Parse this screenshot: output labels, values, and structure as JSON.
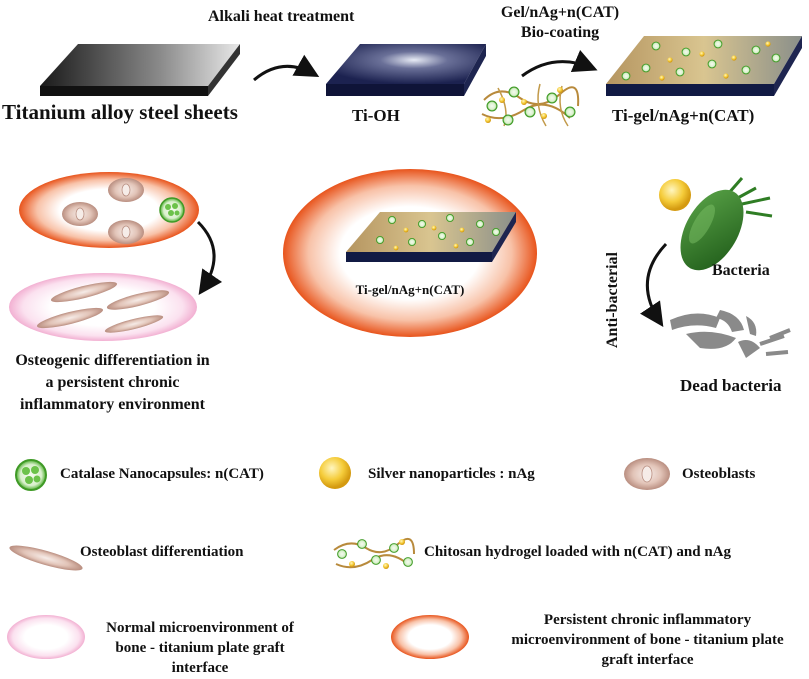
{
  "top": {
    "step1_label": "Titanium alloy steel sheets",
    "arrow1_label": "Alkali heat treatment",
    "step2_label": "Ti-OH",
    "arrow2_label_line1": "Gel/nAg+n(CAT)",
    "arrow2_label_line2": "Bio-coating",
    "step3_label": "Ti-gel/nAg+n(CAT)"
  },
  "middle": {
    "osteo_caption_line1": "Osteogenic differentiation in",
    "osteo_caption_line2": "a persistent chronic",
    "osteo_caption_line3": "inflammatory environment",
    "center_label": "Ti-gel/nAg+n(CAT)",
    "antibacterial_label": "Anti-bacterial",
    "bacteria_label": "Bacteria",
    "dead_bacteria_label": "Dead bacteria"
  },
  "legend": {
    "catalase": "Catalase Nanocapsules: n(CAT)",
    "silver": "Silver nanoparticles : nAg",
    "osteoblasts": "Osteoblasts",
    "osteo_diff": "Osteoblast differentiation",
    "hydrogel": "Chitosan hydrogel loaded with n(CAT) and nAg",
    "normal_line1": "Normal microenvironment of",
    "normal_line2": "bone - titanium plate graft",
    "normal_line3": "interface",
    "inflam_line1": "Persistent chronic inflammatory",
    "inflam_line2": "microenvironment of bone - titanium plate",
    "inflam_line3": "graft interface"
  },
  "colors": {
    "inflammation_orange": "#e8541c",
    "normal_pink": "#f3b8d8",
    "osteoblast_tan": "#c9a091",
    "silver_gold": "#f2c230",
    "catalase_green": "#5cbc3c",
    "bacteria_green": "#2f7d24",
    "titanium_navy": "#1a2050"
  }
}
